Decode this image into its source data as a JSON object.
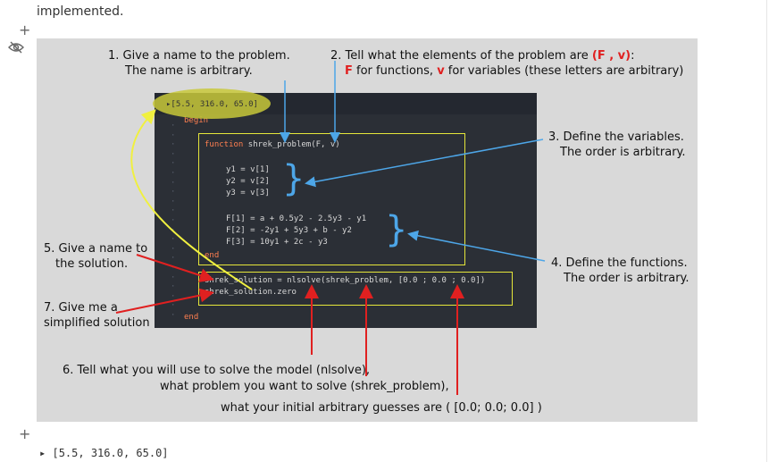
{
  "top_text": "implemented.",
  "result_chip": "[5.5, 316.0, 65.0]",
  "output": "[5.5, 316.0, 65.0]",
  "annotations": {
    "a1_line1": "1.   Give a name to the problem.",
    "a1_line2": "The name is arbitrary.",
    "a2_line1_pre": "2. Tell what the elements of the problem are ",
    "a2_line1_red": "(F , v)",
    "a2_line1_post": ":",
    "a2_line2_F": "F",
    "a2_line2_mid": " for functions, ",
    "a2_line2_v": "v",
    "a2_line2_post": " for variables (these letters are arbitrary)",
    "a3_line1": "3. Define the variables.",
    "a3_line2": "The order is arbitrary.",
    "a4_line1": "4. Define the functions.",
    "a4_line2": "The order is arbitrary.",
    "a5_line1": "5. Give a name to",
    "a5_line2": "the solution.",
    "a6_line1": "6. Tell what you will use to solve the model (nlsolve),",
    "a6_line2": "what problem you want to solve (shrek_problem),",
    "a6_line3": "what your initial arbitrary guesses are  ( [0.0; 0.0; 0.0] )",
    "a7_line1": "7. Give me a",
    "a7_line2": "simplified solution"
  },
  "code": {
    "begin": "begin",
    "end": "end",
    "func_end": "end",
    "function_kw": "function",
    "function_sig": " shrek_problem(F, v)",
    "y1": "y1 = v[1]",
    "y2": "y2 = v[2]",
    "y3": "y3 = v[3]",
    "f1": "F[1] = a + 0.5y2 - 2.5y3 - y1",
    "f2": "F[2] = -2y1 + 5y3 + b - y2",
    "f3": "F[3] = 10y1 + 2c - y3",
    "solve": "shrek_solution = nlsolve(shrek_problem, [0.0 ; 0.0 ; 0.0])",
    "zero": "shrek_solution.zero"
  },
  "colors": {
    "cell_bg": "#d9d9d9",
    "code_bg": "#2b2f36",
    "highlight": "#e5e63a",
    "arrow_red": "#e02020",
    "arrow_blue": "#4da6e8",
    "arrow_yellow": "#f0f040"
  },
  "icons": {
    "hide": "eye-slash-icon",
    "add": "plus-icon",
    "expand": "triangle-right-icon"
  }
}
